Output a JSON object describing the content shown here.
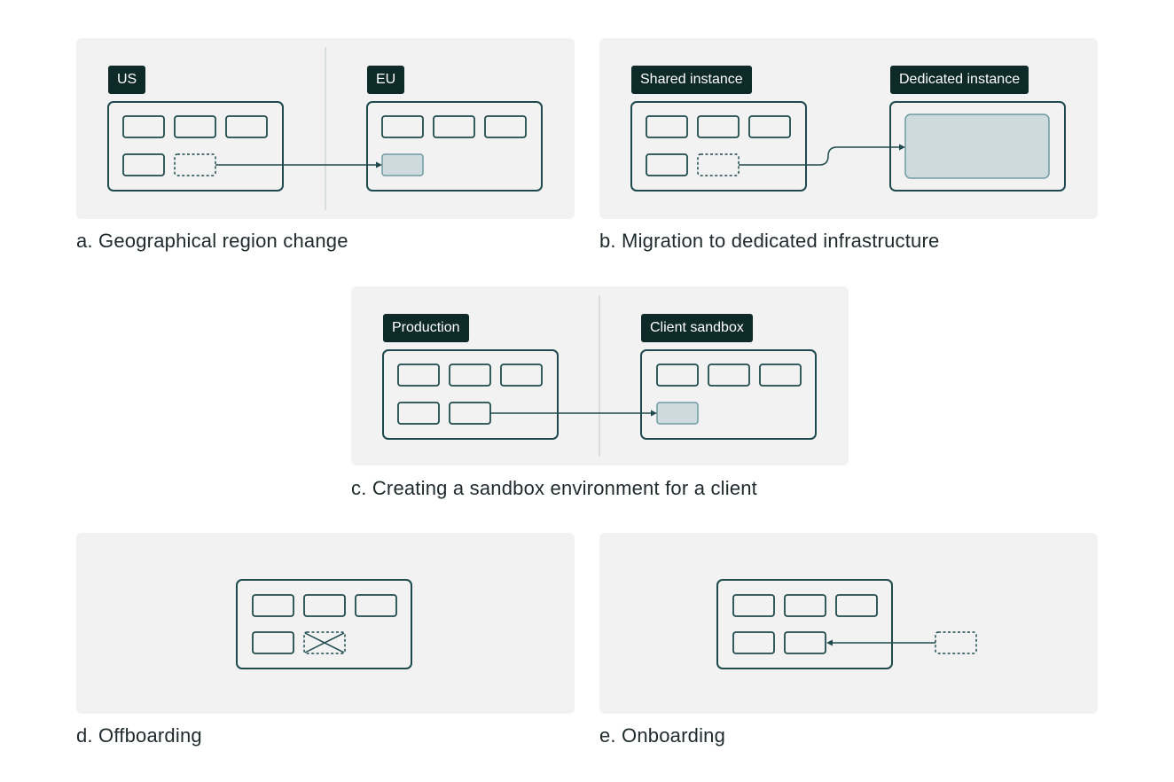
{
  "panels": {
    "a": {
      "caption": "a. Geographical region change",
      "tag_left": "US",
      "tag_right": "EU"
    },
    "b": {
      "caption": "b. Migration to dedicated infrastructure",
      "tag_left": "Shared instance",
      "tag_right": "Dedicated instance"
    },
    "c": {
      "caption": "c. Creating a sandbox environment for a client",
      "tag_left": "Production",
      "tag_right": "Client sandbox"
    },
    "d": {
      "caption": "d. Offboarding"
    },
    "e": {
      "caption": "e. Onboarding"
    }
  },
  "colors": {
    "panel_bg": "#f2f2f2",
    "tag_bg": "#0e2a28",
    "stroke": "#1e4a4d",
    "filled_cell": "#cddbdf"
  }
}
